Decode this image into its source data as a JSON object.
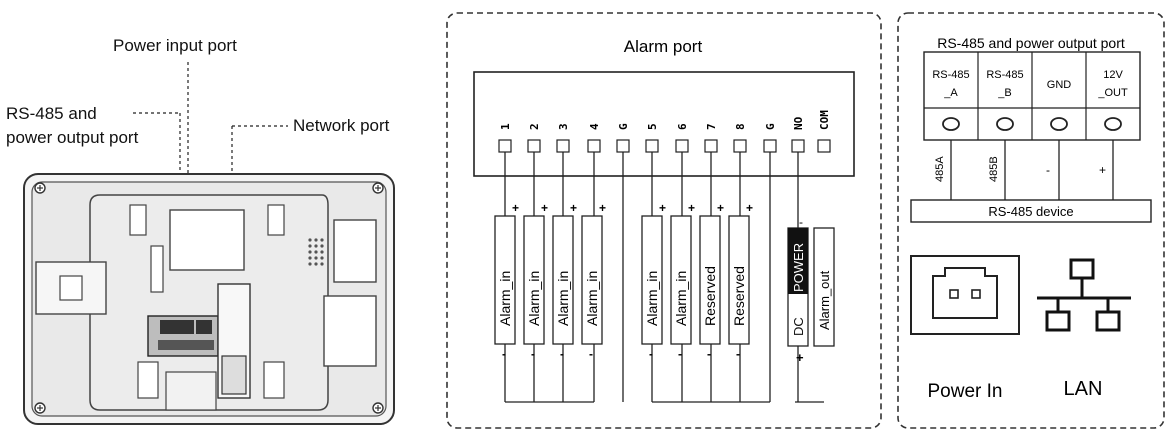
{
  "device_labels": {
    "power_input": "Power input port",
    "rs485_line1": "RS-485 and",
    "rs485_line2": "power output port",
    "network": "Network port"
  },
  "alarm": {
    "title": "Alarm port",
    "pins": [
      "1",
      "2",
      "3",
      "4",
      "G",
      "5",
      "6",
      "7",
      "8",
      "G",
      "NO",
      "COM"
    ],
    "wires": [
      "Alarm_in",
      "Alarm_in",
      "Alarm_in",
      "Alarm_in",
      "Alarm_in",
      "Alarm_in",
      "Reserved",
      "Reserved"
    ],
    "power_label": "POWER",
    "dc_label": "DC",
    "alarm_out_label": "Alarm_out",
    "plus": "+",
    "minus": "-"
  },
  "rs485": {
    "title": "RS-485 and power output port",
    "col1_line1": "RS-485",
    "col1_line2": "_A",
    "col2_line1": "RS-485",
    "col2_line2": "_B",
    "col3": "GND",
    "col4_line1": "12V",
    "col4_line2": "_OUT",
    "wire1": "485A",
    "wire2": "485B",
    "wire3": "-",
    "wire4": "+",
    "device": "RS-485 device"
  },
  "legend": {
    "power_in": "Power In",
    "lan": "LAN"
  }
}
